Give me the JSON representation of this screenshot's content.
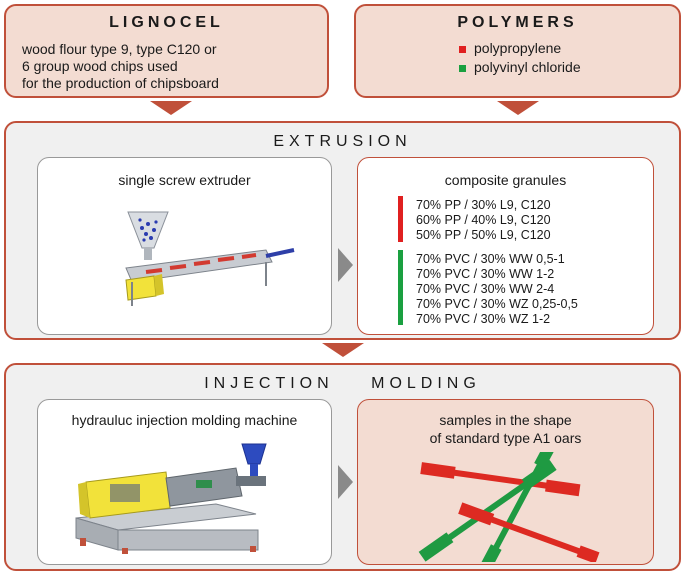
{
  "lignocel": {
    "title": "LIGNOCEL",
    "lines": [
      "wood flour type 9, type C120 or",
      "6 group wood chips used",
      "for the production of chipsboard"
    ]
  },
  "polymers": {
    "title": "POLYMERS",
    "items": [
      {
        "label": "polypropylene",
        "color": "#e02020"
      },
      {
        "label": "polyvinyl chloride",
        "color": "#1aa040"
      }
    ]
  },
  "extrusion": {
    "title": "EXTRUSION",
    "machine": "single screw extruder",
    "granules_title": "composite granules",
    "pp_items": [
      "70% PP / 30% L9, C120",
      "60% PP / 40% L9, C120",
      "50% PP / 50% L9, C120"
    ],
    "pvc_items": [
      "70% PVC / 30% WW 0,5-1",
      "70% PVC / 30% WW 1-2",
      "70% PVC / 30% WW 2-4",
      "70% PVC / 30% WZ 0,25-0,5",
      "70% PVC / 30% WZ 1-2"
    ]
  },
  "injection": {
    "title": "INJECTION MOLDING",
    "machine": "hydrauluc injection molding machine",
    "samples_line1": "samples in the shape",
    "samples_line2": "of standard type A1 oars"
  },
  "colors": {
    "accent": "#c0503a",
    "panel": "#f3dcd2",
    "pp": "#e02020",
    "pvc": "#1aa040"
  }
}
